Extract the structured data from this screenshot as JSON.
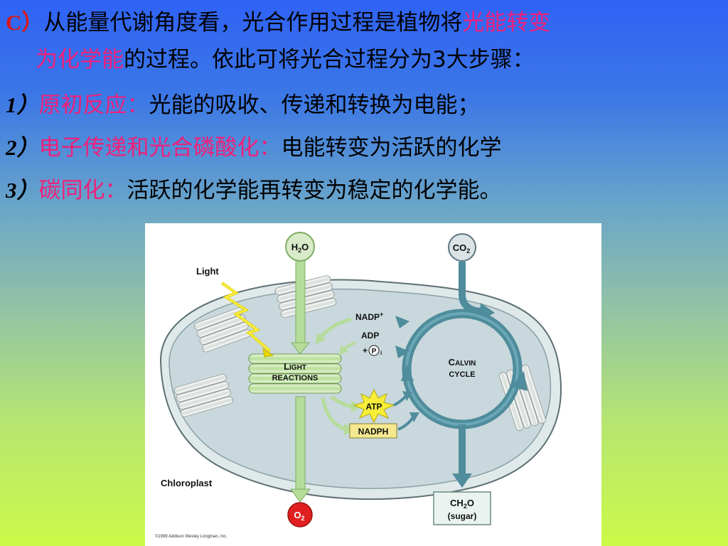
{
  "intro": {
    "prefix": "C）",
    "text_before": "从能量代谢角度看，光合作用过程是植物将",
    "highlight_1": "光能转变",
    "highlight_2": "为化学能",
    "text_after": "的过程。依此可将光合过程分为3大步骤："
  },
  "steps": [
    {
      "num": "1）",
      "title": "原初反应：",
      "desc": "光能的吸收、传递和转换为电能；"
    },
    {
      "num": "2）",
      "title": "电子传递和光合磷酸化：",
      "desc": "电能转变为活跃的化学"
    },
    {
      "num": "3）",
      "title": "碳同化：",
      "desc": "活跃的化学能再转变为稳定的化学能。"
    }
  ],
  "diagram": {
    "h2o": {
      "main": "H",
      "sub": "2",
      "tail": "O"
    },
    "co2": {
      "main": "CO",
      "sub": "2"
    },
    "o2": {
      "main": "O",
      "sub": "2"
    },
    "light": "Light",
    "light_reactions": {
      "line1_cap": "L",
      "line1_rest": "IGHT",
      "line2": "REACTIONS"
    },
    "calvin": {
      "line1_cap": "C",
      "line1_rest": "ALVIN",
      "line2": "CYCLE"
    },
    "nadp": {
      "main": "NADP",
      "sup": "+"
    },
    "adp": "ADP",
    "pi": {
      "plus": "+",
      "p": "P",
      "sub": "i"
    },
    "atp": "ATP",
    "nadph": "NADPH",
    "sugar": {
      "main": "CH",
      "sub": "2",
      "tail": "O",
      "line2": "(sugar)"
    },
    "chloroplast": "Chloroplast",
    "copyright": "©1999 Addison Wesley Longman, Inc.",
    "colors": {
      "chloroplast_fill": "#c8d8dc",
      "thylakoid_green": "#cce8b0",
      "arrow_green": "#b6dc9a",
      "calvin_teal": "#4f8c9c",
      "o2_red": "#e02020",
      "atp_yellow": "#f7ee3a",
      "nadph_fill": "#f5e890"
    }
  }
}
